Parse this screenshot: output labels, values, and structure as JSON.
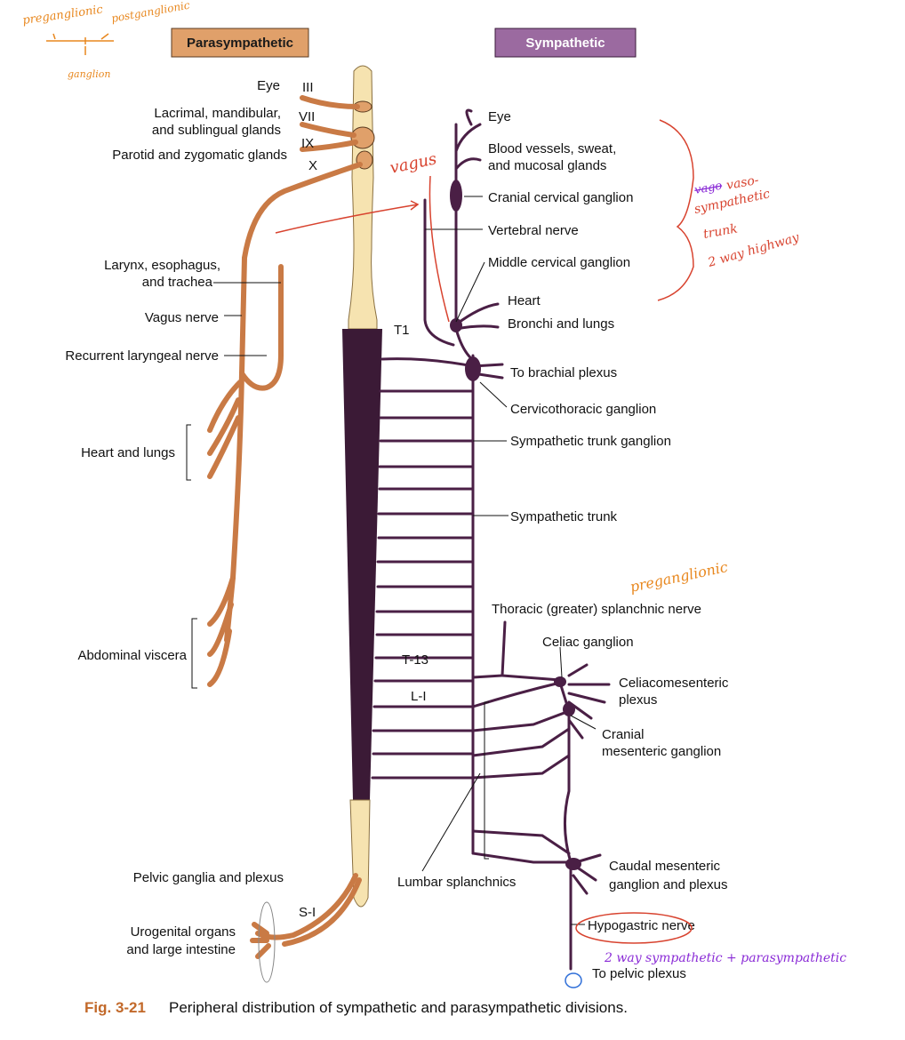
{
  "headers": {
    "parasympathetic": "Parasympathetic",
    "sympathetic": "Sympathetic"
  },
  "colors": {
    "para_fill": "#e0a06a",
    "para_nerve": "#c97a45",
    "symp_fill": "#9b6aa0",
    "symp_nerve": "#4a1f45",
    "cord_light": "#f6e3b0",
    "cord_dark": "#3b1a36",
    "note_orange": "#e8871e",
    "note_red": "#d8432f",
    "note_purple": "#8a2bd6",
    "caption_accent": "#c2692a"
  },
  "cranial_nerves": [
    "III",
    "VII",
    "IX",
    "X"
  ],
  "segments": {
    "t1": "T1",
    "t13": "T-13",
    "l1": "L-I",
    "s1": "S-I"
  },
  "para_labels": {
    "eye": "Eye",
    "lacrimal_1": "Lacrimal, mandibular,",
    "lacrimal_2": "and sublingual glands",
    "parotid": "Parotid and zygomatic glands",
    "larynx_1": "Larynx, esophagus,",
    "larynx_2": "and trachea",
    "vagus": "Vagus nerve",
    "recurrent": "Recurrent laryngeal nerve",
    "heart_lungs": "Heart and lungs",
    "abdominal": "Abdominal viscera",
    "pelvic": "Pelvic ganglia and plexus",
    "urogenital_1": "Urogenital organs",
    "urogenital_2": "and large intestine"
  },
  "symp_labels": {
    "eye": "Eye",
    "vessels_1": "Blood vessels, sweat,",
    "vessels_2": "and mucosal glands",
    "cranial_cervical": "Cranial cervical ganglion",
    "vertebral": "Vertebral nerve",
    "middle_cervical": "Middle cervical ganglion",
    "heart": "Heart",
    "bronchi": "Bronchi and lungs",
    "brachial": "To brachial plexus",
    "cervicothoracic": "Cervicothoracic ganglion",
    "trunk_ganglion": "Sympathetic trunk ganglion",
    "trunk": "Sympathetic trunk",
    "splanchnic": "Thoracic (greater) splanchnic nerve",
    "celiac": "Celiac ganglion",
    "celiaco_1": "Celiacomesenteric",
    "celiaco_2": "plexus",
    "cranial_mes_1": "Cranial",
    "cranial_mes_2": "mesenteric ganglion",
    "lumbar": "Lumbar splanchnics",
    "caudal_1": "Caudal mesenteric",
    "caudal_2": "ganglion and plexus",
    "hypogastric": "Hypogastric nerve",
    "pelvic_plexus": "To pelvic plexus"
  },
  "annotations": {
    "preganglionic": "preganglionic",
    "postganglionic": "postganglionic",
    "ganglion": "ganglion",
    "vagus": "vagus",
    "vaso_strike": "vago",
    "vaso": "vaso-",
    "symp_1": "sympathetic",
    "trunk": "trunk",
    "highway": "2 way highway",
    "preganglionic_2": "preganglionic",
    "two_way": "2 way sympathetic + parasympathetic"
  },
  "caption": {
    "number": "Fig. 3-21",
    "text": "Peripheral distribution of sympathetic and parasympathetic divisions."
  }
}
